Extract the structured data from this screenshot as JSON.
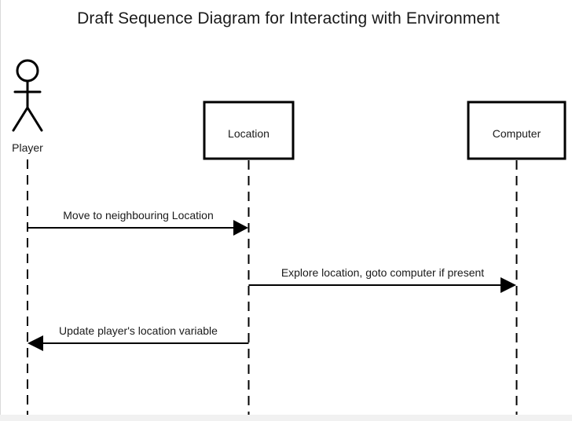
{
  "diagram": {
    "title": "Draft Sequence Diagram for Interacting with Environment",
    "participants": {
      "player": {
        "label": "Player",
        "kind": "actor"
      },
      "location": {
        "label": "Location",
        "kind": "object"
      },
      "computer": {
        "label": "Computer",
        "kind": "object"
      }
    },
    "messages": [
      {
        "from": "player",
        "to": "location",
        "label": "Move to neighbouring Location"
      },
      {
        "from": "location",
        "to": "computer",
        "label": "Explore location, goto computer if present"
      },
      {
        "from": "location",
        "to": "player",
        "label": "Update player's location variable"
      }
    ]
  }
}
